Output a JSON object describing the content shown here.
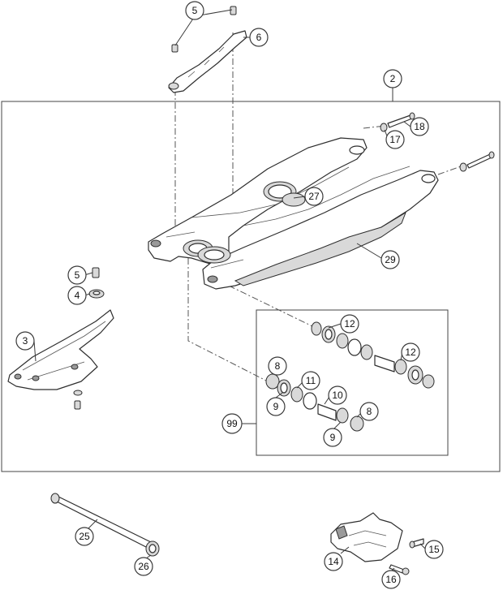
{
  "callouts": {
    "c5_top": "5",
    "c6": "6",
    "c2": "2",
    "c18": "18",
    "c17": "17",
    "c27": "27",
    "c29": "29",
    "c5_left": "5",
    "c4": "4",
    "c3": "3",
    "c12_a": "12",
    "c12_b": "12",
    "c8_a": "8",
    "c11": "11",
    "c10": "10",
    "c9_a": "9",
    "c8_b": "8",
    "c9_b": "9",
    "c99": "99",
    "c25": "25",
    "c26": "26",
    "c14": "14",
    "c15": "15",
    "c16": "16"
  }
}
